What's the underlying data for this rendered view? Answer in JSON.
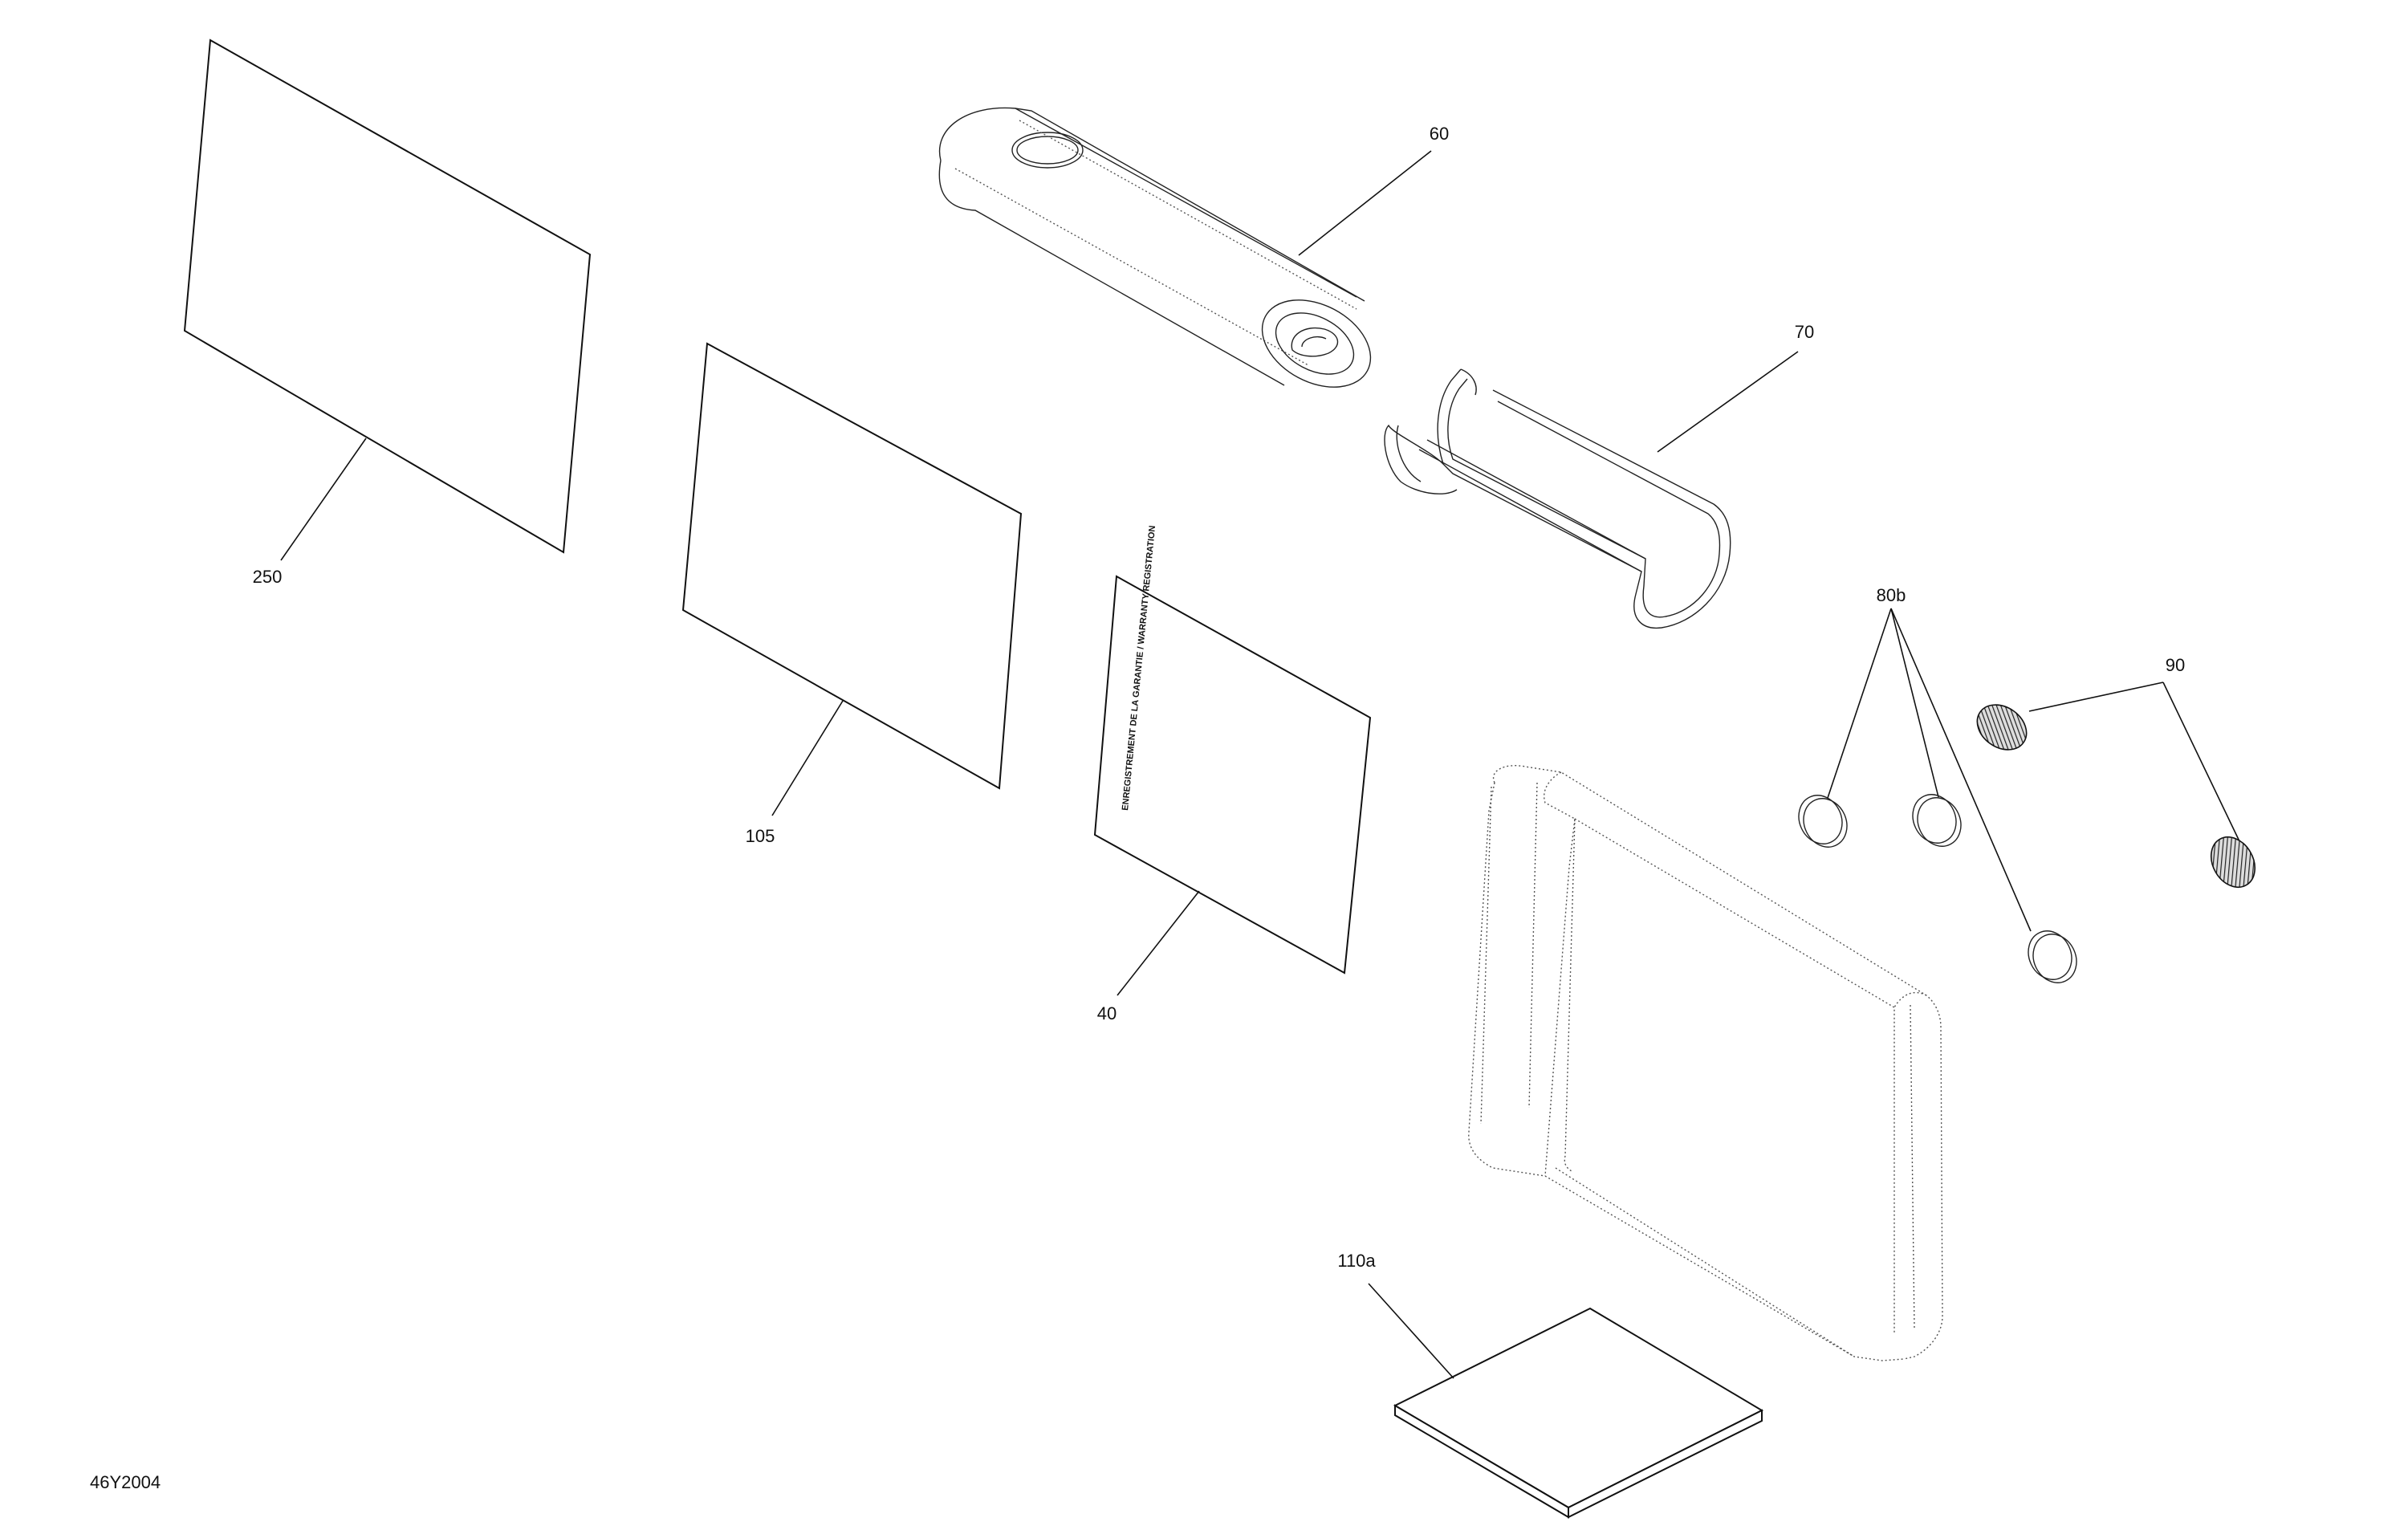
{
  "diagram": {
    "figure_id": "46Y2004",
    "document_caption": "ENREGISTREMENT DE LA GARANTIE / WARRANTY REGISTRATION",
    "callouts": [
      {
        "id": "250",
        "label": "250"
      },
      {
        "id": "105",
        "label": "105"
      },
      {
        "id": "40",
        "label": "40"
      },
      {
        "id": "60",
        "label": "60"
      },
      {
        "id": "70",
        "label": "70"
      },
      {
        "id": "80b",
        "label": "80b"
      },
      {
        "id": "90",
        "label": "90"
      },
      {
        "id": "110a",
        "label": "110a"
      }
    ]
  }
}
